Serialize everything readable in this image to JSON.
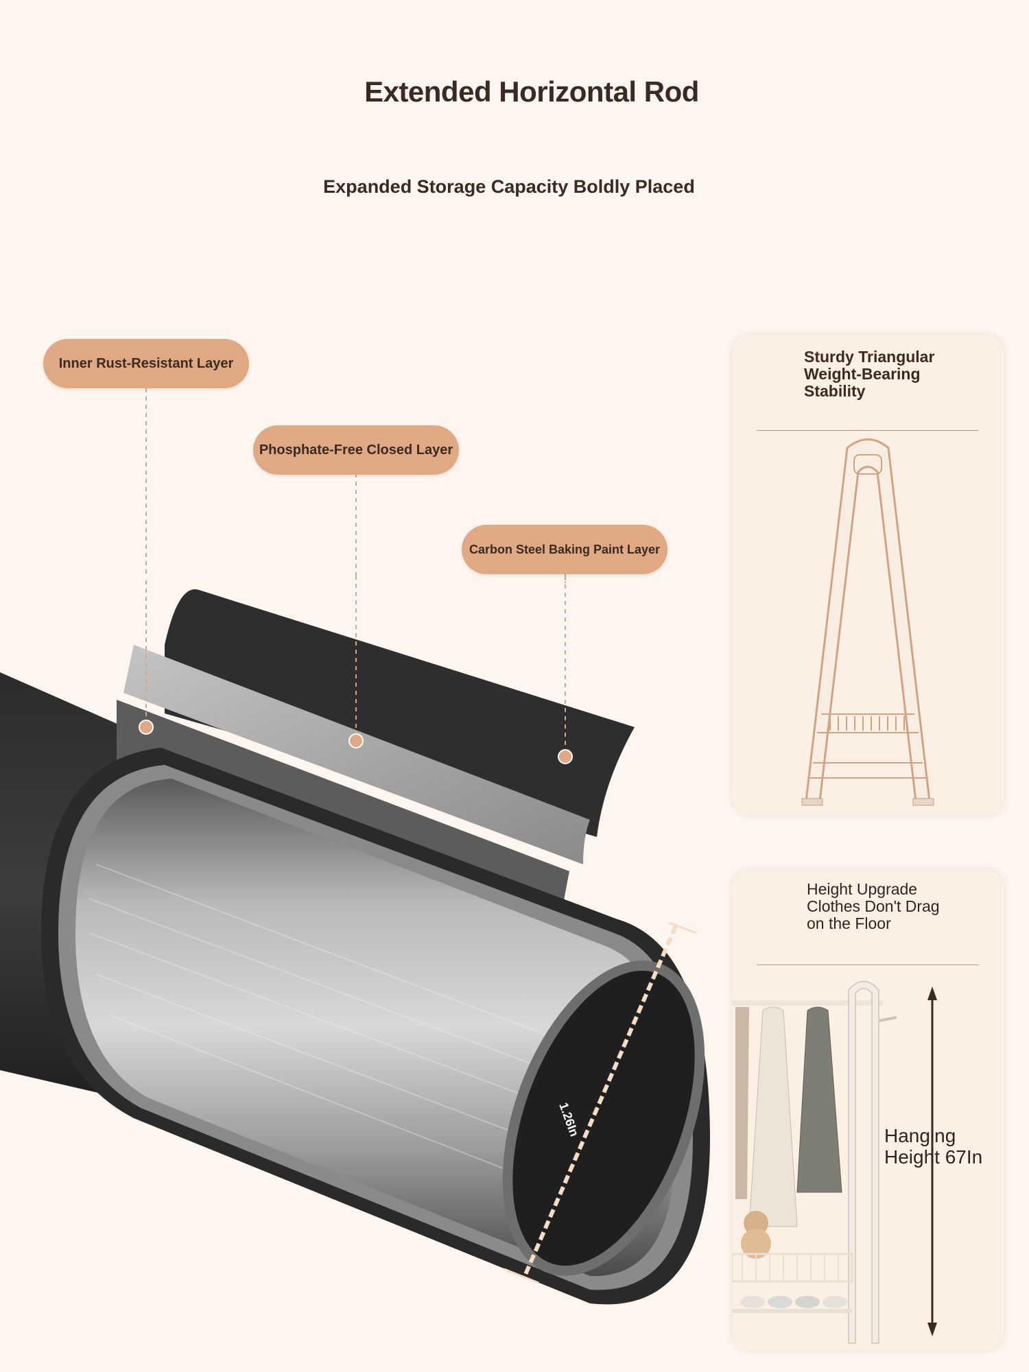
{
  "header": {
    "title": "Extended Horizontal Rod",
    "subtitle": "Expanded Storage Capacity Boldly Placed"
  },
  "layers": [
    {
      "label": "Inner Rust-Resistant Layer"
    },
    {
      "label": "Phosphate-Free Closed Layer"
    },
    {
      "label": "Carbon Steel Baking Paint Layer"
    }
  ],
  "rod": {
    "diameter_label": "1.26In"
  },
  "cards": {
    "stability": {
      "title": "Sturdy Triangular Weight-Bearing Stability"
    },
    "height": {
      "title": "Height Upgrade Clothes Don't Drag on the Floor",
      "hanging_label": "Hanging Height 67In"
    }
  },
  "colors": {
    "background": "#fdf5ef",
    "pill": "#dfa983",
    "text": "#3a2a22",
    "card": "#fcefe3"
  }
}
